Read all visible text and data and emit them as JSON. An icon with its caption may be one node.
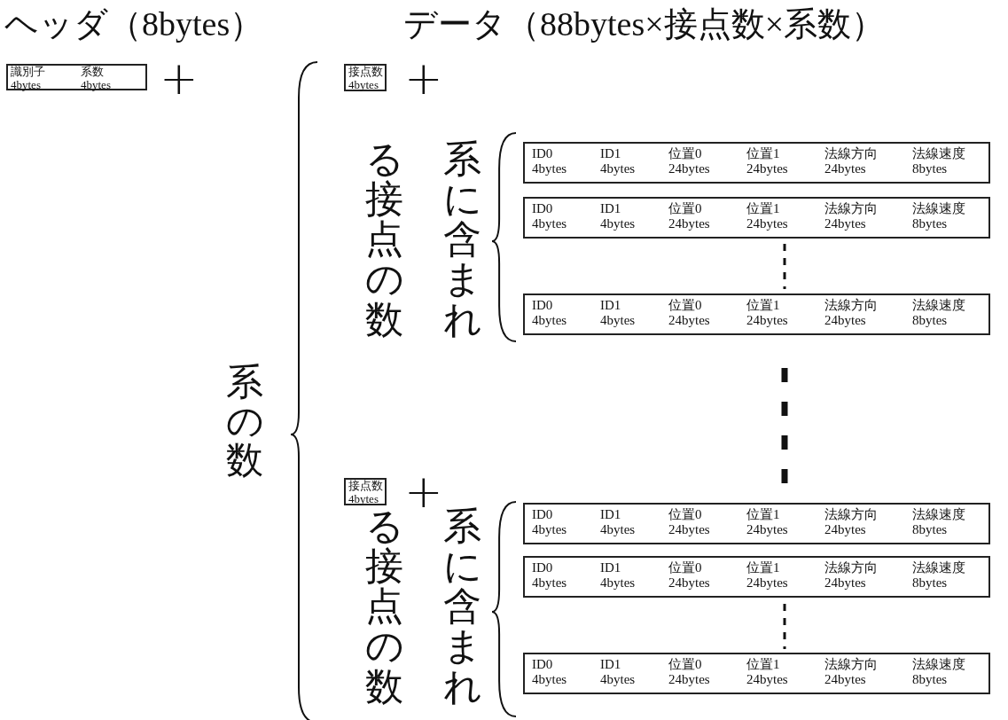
{
  "diagram": {
    "nodes": [
      {
        "text": [
          "識別子 4bytes",
          "系数 4bytes"
        ]
      },
      {
        "text": [
          "接点数 4bytes"
        ]
      },
      {
        "text": [
          "ID0 4bytes",
          "ID1 4bytes",
          "位置0 24bytes",
          "位置1 24bytes",
          "法線方向 24bytes",
          "法線速度 8bytes"
        ]
      },
      {
        "text": [
          "ID0 4bytes",
          "ID1 4bytes",
          "位置0 24bytes",
          "位置1 24bytes",
          "法線方向 24bytes",
          "法線速度 8bytes"
        ]
      },
      {
        "text": [
          "ID0 4bytes",
          "ID1 4bytes",
          "位置0 24bytes",
          "位置1 24bytes",
          "法線方向 24bytes",
          "法線速度 8bytes"
        ]
      },
      {
        "text": [
          "接点数 4bytes"
        ]
      },
      {
        "text": [
          "ID0 4bytes",
          "ID1 4bytes",
          "位置0 24bytes",
          "位置1 24bytes",
          "法線方向 24bytes",
          "法線速度 8bytes"
        ]
      },
      {
        "text": [
          "ID0 4bytes",
          "ID1 4bytes",
          "位置0 24bytes",
          "位置1 24bytes",
          "法線方向 24bytes",
          "法線速度 8bytes"
        ]
      },
      {
        "text": [
          "ID0 4bytes",
          "ID1 4bytes",
          "位置0 24bytes",
          "位置1 24bytes",
          "法線方向 24bytes",
          "法線速度 8bytes"
        ]
      }
    ],
    "labels": [
      "ヘッダ（8bytes）",
      "データ（88bytes×接点数×系数）",
      "+",
      "+",
      "系に含まれ",
      "る接点の数",
      "系の数",
      "+",
      "系に含まれ",
      "る接点の数"
    ]
  }
}
